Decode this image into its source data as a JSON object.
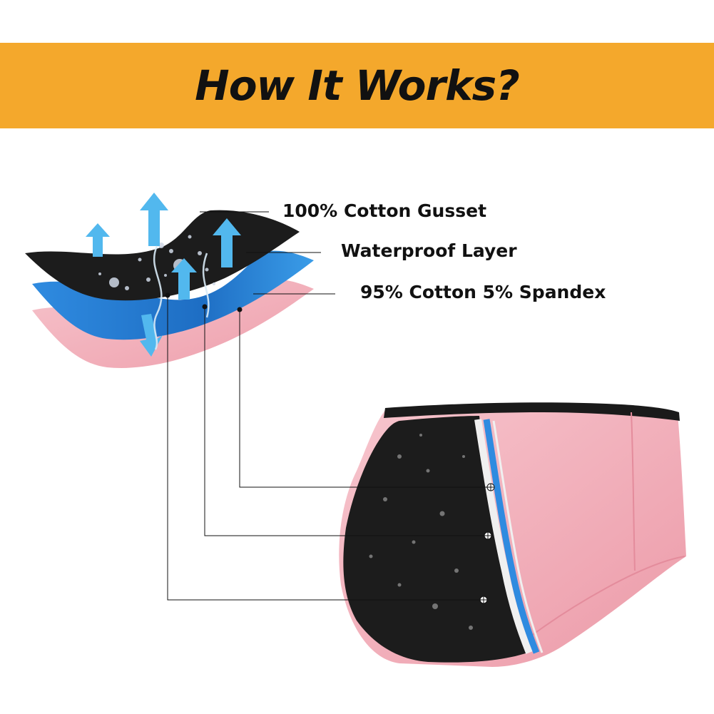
{
  "header": {
    "title": "How It Works?"
  },
  "layers": [
    {
      "label": "100% Cotton Gusset",
      "color": "#1a1a1a"
    },
    {
      "label": "Waterproof Layer",
      "color": "#2b88d8"
    },
    {
      "label": "95% Cotton 5% Spandex",
      "color": "#f2b8c0"
    }
  ],
  "colors": {
    "banner": "#F4A82C",
    "arrow": "#4fb4ec",
    "pink": "#f4b1bd",
    "black": "#1c1c1c"
  }
}
